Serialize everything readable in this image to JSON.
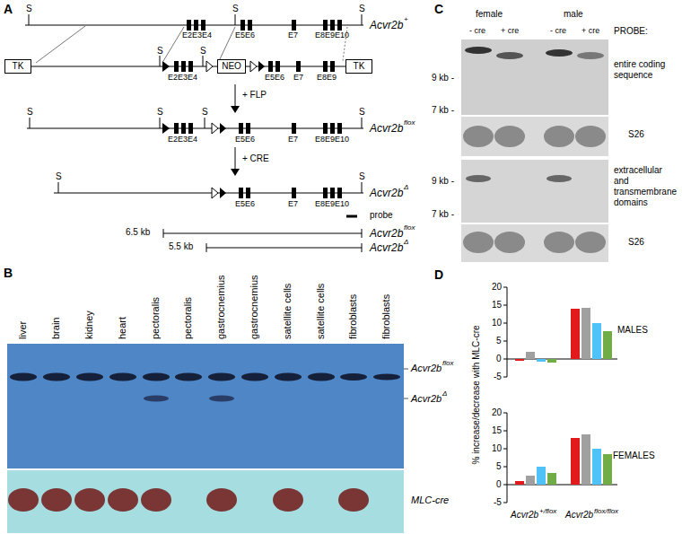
{
  "diagram": {
    "nodes": [
      {
        "text": [
          "TK"
        ]
      },
      {
        "text": [
          "NEO"
        ]
      },
      {
        "text": [
          "TK"
        ]
      }
    ],
    "labels": [
      "A",
      "S",
      "S",
      "S",
      "E2E3E4",
      "E5E6",
      "E7",
      "E8E9E10",
      "Acvr2b",
      "+",
      "S",
      "S",
      "E2E3E4",
      "E5E6",
      "E7",
      "E8E9",
      "+ FLP",
      "S",
      "S",
      "S",
      "S",
      "E2E3E4",
      "E5E6",
      "E7",
      "E8E9E10",
      "Acvr2b",
      "flox",
      "+ CRE",
      "S",
      "S",
      "E5E6",
      "E7",
      "E8E9E10",
      "Acvr2b",
      "Δ",
      "probe",
      "6.5 kb",
      "Acvr2b",
      "flox",
      "5.5 kb",
      "Acvr2b",
      "Δ",
      "B",
      "liver",
      "brain",
      "kidney",
      "heart",
      "pectoralis",
      "pectoralis",
      "gastrocnemius",
      "gastrocnemius",
      "satellite cells",
      "satellite cells",
      "fibroblasts",
      "fibroblasts",
      "Acvr2b",
      "flox",
      "Acvr2b",
      "Δ",
      "MLC-cre",
      "C",
      "female",
      "male",
      "- cre",
      "+ cre",
      "- cre",
      "+ cre",
      "PROBE:",
      "9 kb -",
      "7 kb -",
      "entire coding sequence",
      "S26",
      "9 kb -",
      "7 kb -",
      "extracellular and transmembrane domains",
      "S26",
      "D",
      "20",
      "15",
      "10",
      "5",
      "0",
      "-5",
      "MALES",
      "20",
      "15",
      "10",
      "5",
      "0",
      "-5",
      "FEMALES",
      "% increase/decrease with MLC-cre",
      "Acvr2b",
      "+/flox",
      "Acvr2b",
      "flox/flox"
    ]
  }
}
